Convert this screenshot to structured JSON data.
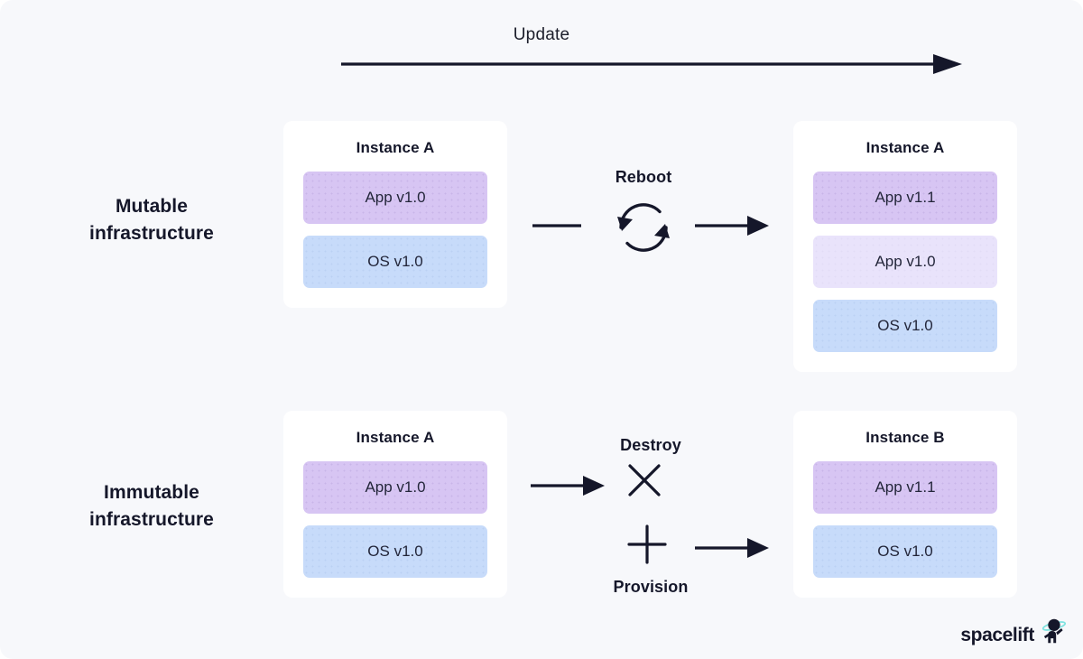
{
  "diagram": {
    "background_color": "#f7f8fb",
    "top_flow": {
      "label": "Update",
      "arrow_icon": "long-right-arrow-icon"
    },
    "rows": [
      {
        "id": "mutable",
        "label_line1": "Mutable",
        "label_line2": "infrastructure",
        "before_card": {
          "title": "Instance A",
          "layers": [
            {
              "text": "App v1.0",
              "style": "purple"
            },
            {
              "text": "OS v1.0",
              "style": "blue"
            }
          ]
        },
        "operation": {
          "label": "Reboot",
          "icon": "circular-refresh-icon",
          "in_connector": "plain-line-icon",
          "out_connector": "right-arrow-icon"
        },
        "after_card": {
          "title": "Instance A",
          "layers": [
            {
              "text": "App v1.1",
              "style": "purple"
            },
            {
              "text": "App v1.0",
              "style": "purple-soft"
            },
            {
              "text": "OS v1.0",
              "style": "blue"
            }
          ]
        }
      },
      {
        "id": "immutable",
        "label_line1": "Immutable",
        "label_line2": "infrastructure",
        "before_card": {
          "title": "Instance A",
          "layers": [
            {
              "text": "App v1.0",
              "style": "purple"
            },
            {
              "text": "OS v1.0",
              "style": "blue"
            }
          ]
        },
        "operation_destroy": {
          "label": "Destroy",
          "icon": "cross-x-icon",
          "in_connector": "right-arrow-icon"
        },
        "operation_provision": {
          "label": "Provision",
          "icon": "plus-icon",
          "out_connector": "right-arrow-icon"
        },
        "after_card": {
          "title": "Instance B",
          "layers": [
            {
              "text": "App v1.1",
              "style": "purple"
            },
            {
              "text": "OS v1.0",
              "style": "blue"
            }
          ]
        }
      }
    ],
    "brand": {
      "name": "spacelift",
      "mascot_icon": "astronaut-planet-icon"
    },
    "palette": {
      "ink": "#15172a",
      "purple": "#d7c5f3",
      "purple_soft": "#e9e3fb",
      "blue": "#c7dbfa",
      "card": "#ffffff"
    }
  }
}
